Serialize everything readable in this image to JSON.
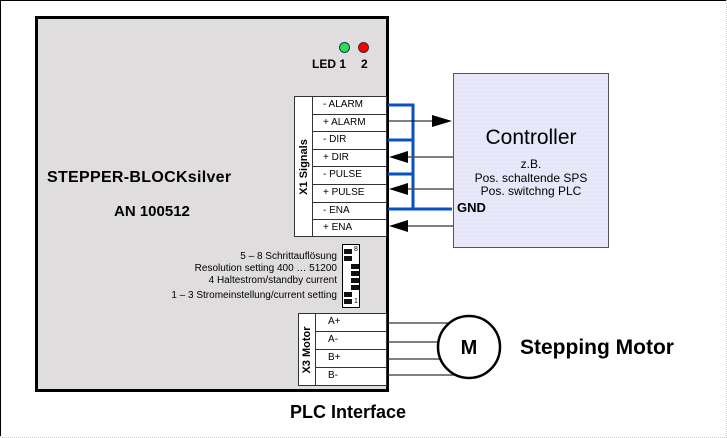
{
  "diagram": {
    "caption": "PLC Interface",
    "device": {
      "name": "STEPPER-BLOCKsilver",
      "part_number": "AN 100512",
      "leds": {
        "label": "LED 1",
        "label2": "2",
        "items": [
          {
            "id": "1",
            "color": "#22e060"
          },
          {
            "id": "2",
            "color": "#ff0000"
          }
        ]
      },
      "x1": {
        "label": "X1 Signals",
        "pins": [
          "- ALARM",
          "+ ALARM",
          "- DIR",
          "+ DIR",
          "- PULSE",
          "+ PULSE",
          "- ENA",
          "+ ENA"
        ]
      },
      "dip_switch": {
        "top_number": "8",
        "bottom_number": "1",
        "descriptions": [
          "5 – 8 Schrittauflösung",
          "Resolution setting 400 … 51200",
          "4  Haltestrom/standby current",
          "1 – 3 Stromeinstellung/current setting"
        ]
      },
      "x3": {
        "label": "X3 Motor",
        "pins": [
          "A+",
          "A-",
          "B+",
          "B-"
        ]
      }
    },
    "controller": {
      "title": "Controller",
      "lines": [
        "z.B.",
        "Pos. schaltende SPS",
        "Pos. switchng PLC"
      ],
      "gnd_label": "GND"
    },
    "motor": {
      "symbol": "M",
      "label": "Stepping Motor"
    },
    "colors": {
      "gnd_wire": "#0a4fc4",
      "device_fill": "#dfdddd",
      "controller_fill": "#e8e8fa"
    }
  }
}
